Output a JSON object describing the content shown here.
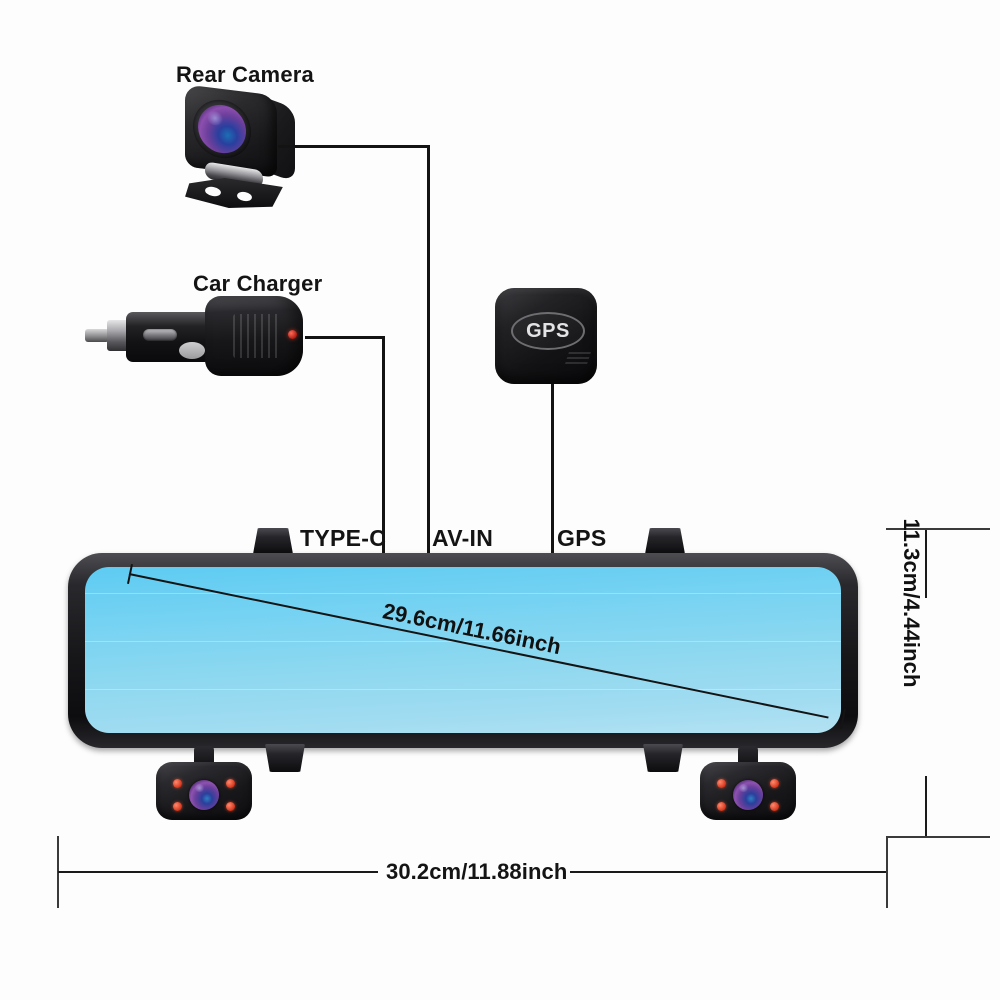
{
  "diagram": {
    "type": "product-dimension-diagram",
    "background_color": "#fdfdfd",
    "components": {
      "rear_camera": {
        "label": "Rear Camera",
        "icon": "rear-camera",
        "lens_color": "#6d3f9c",
        "body_color": "#1a1a1c",
        "connects_to": "AV-IN"
      },
      "car_charger": {
        "label": "Car Charger",
        "icon": "car-charger",
        "body_color": "#171719",
        "led_color": "#b01b10",
        "connects_to": "TYPE-C"
      },
      "gps_module": {
        "label": "GPS",
        "icon": "gps-antenna",
        "body_color": "#131315",
        "text_color": "#e3e3e5",
        "connects_to": "GPS"
      },
      "mirror": {
        "icon": "rearview-mirror-dashcam",
        "bezel_color": "#17171a",
        "screen_color": "#8ed8f0",
        "front_cameras": 2,
        "ir_leds_per_camera": 4,
        "ir_led_color": "#d8391f",
        "lens_color": "#6a3f9c"
      }
    },
    "ports": [
      {
        "id": "type-c",
        "label": "TYPE-C"
      },
      {
        "id": "av-in",
        "label": "AV-IN"
      },
      {
        "id": "gps",
        "label": "GPS"
      }
    ],
    "dimensions": {
      "diagonal": {
        "label": "29.6cm/11.66inch",
        "cm": 29.6,
        "inch": 11.66
      },
      "height": {
        "label": "11.3cm/4.44inch",
        "cm": 11.3,
        "inch": 4.44
      },
      "width": {
        "label": "30.2cm/11.88inch",
        "cm": 30.2,
        "inch": 11.88
      }
    }
  }
}
